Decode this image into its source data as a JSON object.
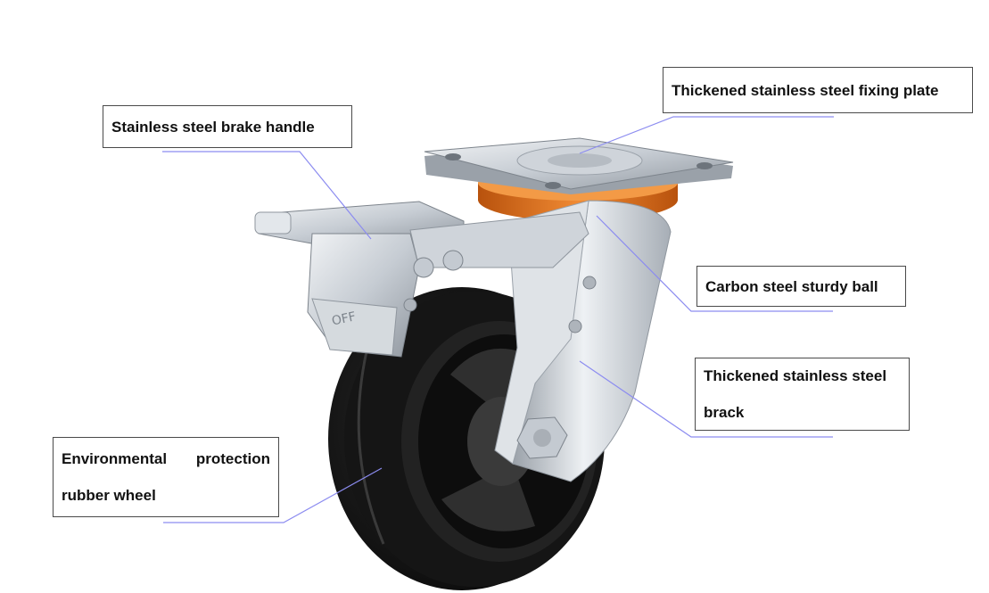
{
  "labels": {
    "fixing_plate": "Thickened stainless steel fixing plate",
    "brake_handle": "Stainless steel brake handle",
    "sturdy_ball": "Carbon steel sturdy ball",
    "brack_line1": "Thickened stainless steel",
    "brack_line2": "brack",
    "wheel_word1": "Environmental",
    "wheel_word2": "protection",
    "wheel_line2": "rubber wheel",
    "off_mark": "OFF"
  },
  "colors": {
    "leader_line": "#8c8cf0",
    "steel": "#c9ced4",
    "rubber": "#1b1b1b",
    "bearing_ring": "#e0731e"
  }
}
